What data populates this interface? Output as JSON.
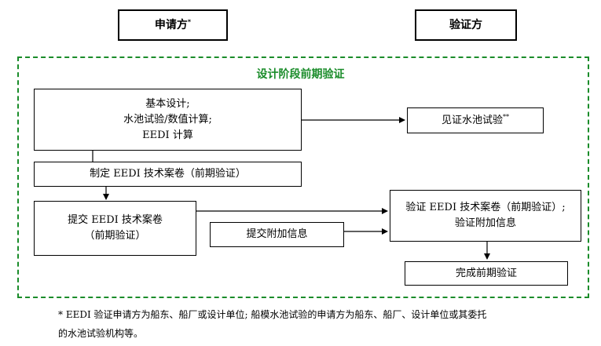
{
  "headers": {
    "applicant": "申请方",
    "applicant_mark": "*",
    "verifier": "验证方"
  },
  "frame": {
    "title": "设计阶段前期验证",
    "color": "#1a8c2a"
  },
  "nodes": {
    "basic_design": {
      "line1": "基本设计;",
      "line2": "水池试验/数值计算;",
      "line3": "EEDI 计算"
    },
    "witness_tank": {
      "text": "见证水池试验",
      "mark": "**"
    },
    "prepare_dossier": {
      "text": "制定 EEDI 技术案卷（前期验证）"
    },
    "submit_dossier": {
      "line1": "提交 EEDI 技术案卷",
      "line2": "（前期验证）"
    },
    "submit_extra": {
      "text": "提交附加信息"
    },
    "verify_dossier": {
      "line1": "验证 EEDI 技术案卷（前期验证）;",
      "line2": "验证附加信息"
    },
    "complete": {
      "text": "完成前期验证"
    }
  },
  "footnote": {
    "line1": "*  EEDI 验证申请方为船东、船厂或设计单位; 船模水池试验的申请方为船东、船厂、设计单位或其委托",
    "line2": "的水池试验机构等。"
  }
}
